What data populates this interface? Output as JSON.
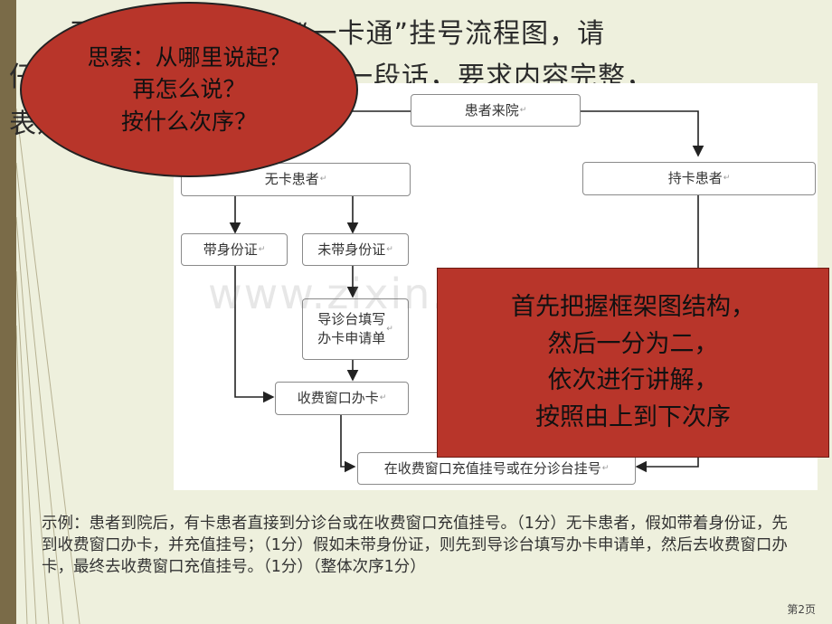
{
  "title_lines": [
    "下图是某医院门诊“一卡通”挂号流程图，请",
    "仔细阅读此图，将流程写成一段话，要求内容完整，",
    "表述准确。"
  ],
  "oval": {
    "lines": [
      "思索：从哪里说起？",
      "再怎么说？",
      "按什么次序？"
    ]
  },
  "flowchart": {
    "nodes": [
      {
        "label": "患者来院"
      },
      {
        "label": "无卡患者"
      },
      {
        "label": "持卡患者"
      },
      {
        "label": "带身份证"
      },
      {
        "label": "未带身份证"
      },
      {
        "label": "导诊台填写\n办卡申请单"
      },
      {
        "label": "收费窗口办卡"
      },
      {
        "label": "在收费窗口充值挂号或在分诊台挂号"
      }
    ]
  },
  "watermark": "www.zixin.com.cn",
  "callout": {
    "lines": [
      "首先把握框架图结构，",
      "然后一分为二，",
      "依次进行讲解，",
      "按照由上到下次序"
    ]
  },
  "example_text": "示例：患者到院后，有卡患者直接到分诊台或在收费窗口充值挂号。（1分）无卡患者，假如带着身份证，先到收费窗口办卡，并充值挂号；（1分）假如未带身份证，则先到导诊台填写办卡申请单，然后去收费窗口办卡，最终去收费窗口充值挂号。（1分）（整体次序1分）",
  "page_number": "第2页",
  "colors": {
    "accent_red": "#b8352a",
    "background": "#eef0dd",
    "strip": "#7a6b48"
  }
}
